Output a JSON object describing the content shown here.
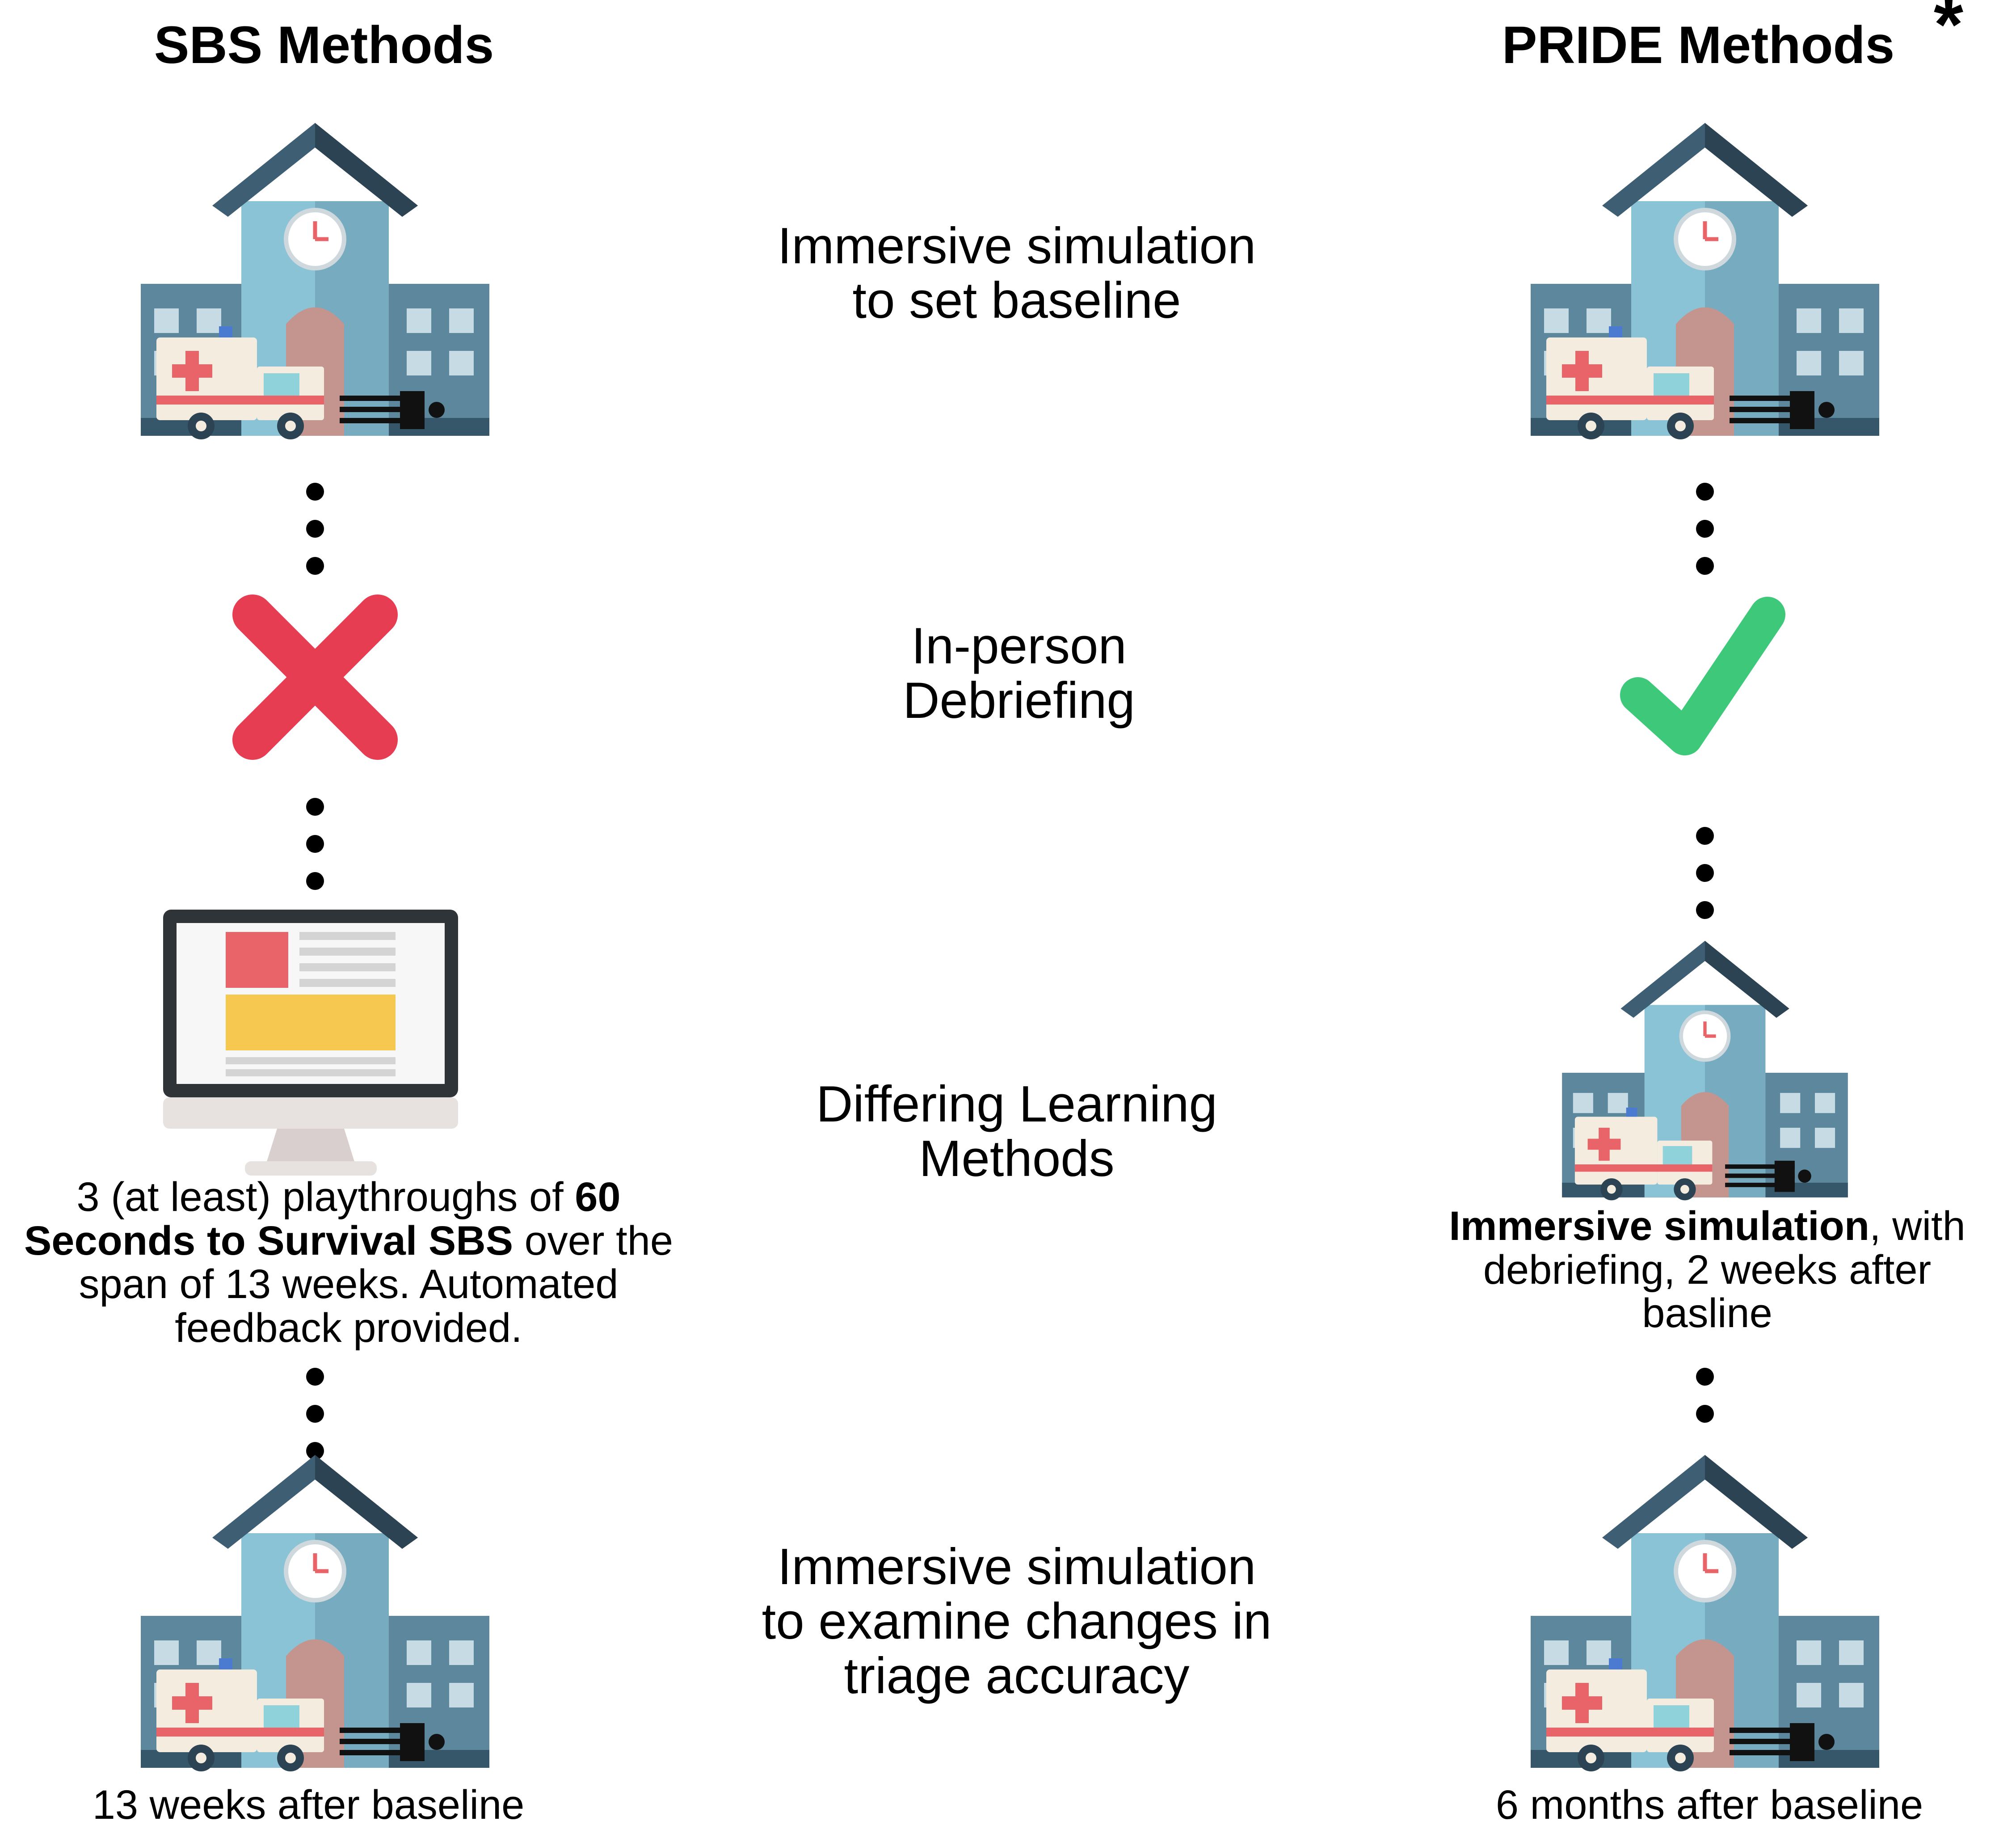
{
  "headings": {
    "sbs": "SBS Methods",
    "pride": "PRIDE Methods",
    "pride_mark": "*"
  },
  "stages": {
    "baseline": "Immersive simulation to set baseline",
    "debriefing": "In-person Debriefing",
    "learning": "Differing Learning Methods",
    "followup": "Immersive simulation to examine changes in triage accuracy"
  },
  "sbs": {
    "debriefing_status": "no",
    "learning_note": {
      "part1": "3 (at least) playthroughs of ",
      "bold1": "60 Seconds to Survival SBS",
      "part2": " over the span of 13 weeks. Automated feedback provided."
    },
    "followup_note": "13 weeks after baseline"
  },
  "pride": {
    "debriefing_status": "yes",
    "learning_note": {
      "bold1": "Immersive simulation",
      "part1": ", with debriefing, 2 weeks after basline"
    },
    "followup_note": "6 months after baseline"
  },
  "icons": {
    "hospital": "hospital-with-ambulance-icon",
    "no": "red-cross-icon",
    "yes": "green-check-icon",
    "computer": "computer-monitor-icon"
  },
  "colors": {
    "roof": "#3e5f73",
    "roof_dark": "#2b4353",
    "tower": "#8bc3d6",
    "wing": "#5d879c",
    "cross_red": "#e63d52",
    "check_green": "#3ec97a",
    "monitor_red": "#e86468",
    "monitor_yellow": "#f6c850"
  }
}
